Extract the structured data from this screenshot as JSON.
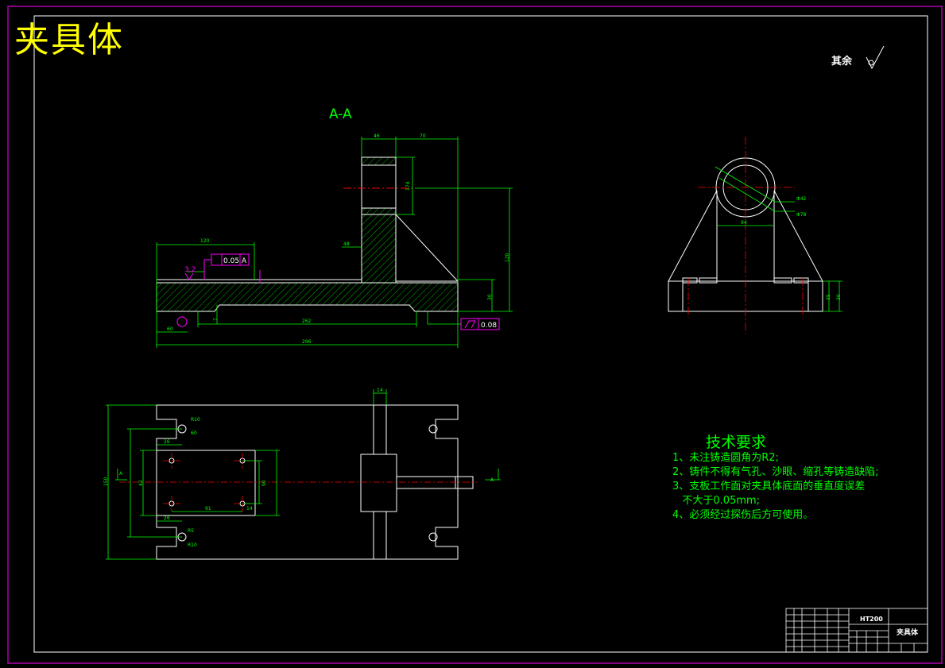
{
  "title": "夹具体",
  "roughness_note": "其余",
  "section_label": "A-A",
  "tech_requirements": {
    "title": "技术要求",
    "items": [
      "1、未注铸造圆角为R2;",
      "2、铸件不得有气孔、沙眼、缩孔等铸造缺陷;",
      "3、支板工作面对夹具体底面的垂直度误差",
      "   不大于0.05mm;",
      "4、必须经过探伤后方可使用。"
    ]
  },
  "title_block": {
    "material": "HT200",
    "part_name": "夹具体"
  },
  "dimensions": {
    "front": [
      "46",
      "70",
      "120",
      "48",
      "174",
      "120",
      "30",
      "262",
      "296",
      "60",
      "7",
      "3.2"
    ],
    "tolerances": [
      "0.05",
      "A",
      "0.08"
    ],
    "side": [
      "Φ42",
      "Φ78",
      "94",
      "35",
      "30"
    ],
    "top": [
      "14",
      "R10",
      "60",
      "26",
      "R5",
      "R10",
      "26",
      "91",
      "14",
      "90",
      "42",
      "150",
      "A",
      "A"
    ]
  },
  "colors": {
    "outline": "#ffffff",
    "dimension": "#00ff00",
    "centerline": "#ff0000",
    "tolerance": "#ff00ff",
    "title_text": "#ffff00",
    "border": "#b000b0"
  }
}
